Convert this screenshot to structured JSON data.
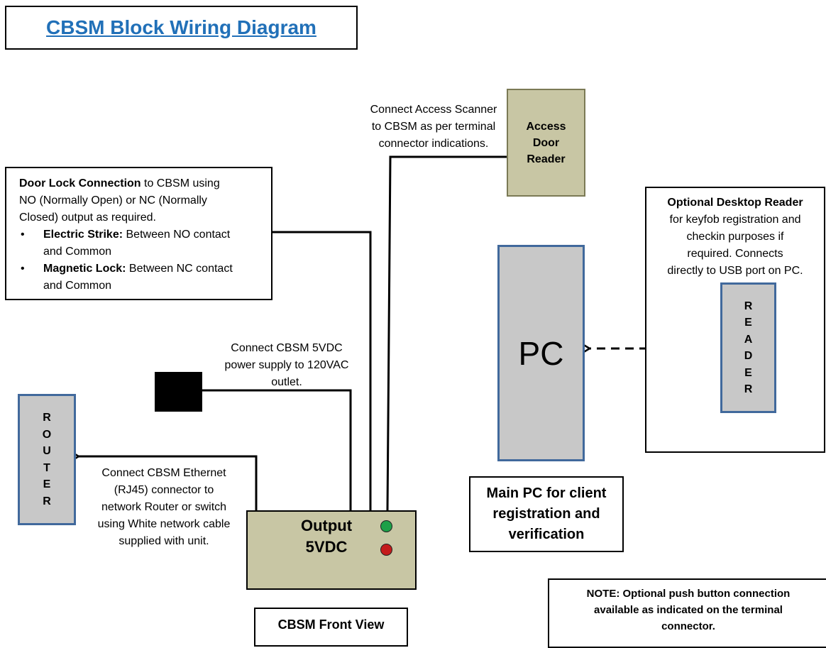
{
  "title": "CBSM Block Wiring Diagram",
  "notes": {
    "access_scanner": [
      "Connect Access Scanner",
      "to CBSM as per terminal",
      "connector indications."
    ],
    "power": [
      "Connect CBSM 5VDC",
      "power supply  to 120VAC",
      "outlet."
    ],
    "ethernet": [
      "Connect CBSM Ethernet",
      "(RJ45) connector to",
      "network Router or switch",
      "using White network cable",
      "supplied with unit."
    ]
  },
  "door_lock": {
    "heading": "Door Lock Connection",
    "text_line1": " to CBSM using",
    "text_line2": "NO (Normally Open) or NC (Normally",
    "text_line3": "Closed) output as required.",
    "bullet": "•",
    "items": [
      {
        "label": "Electric Strike:",
        "text": " Between NO contact",
        "text2": "and Common"
      },
      {
        "label": "Magnetic Lock:",
        "text": " Between NC contact",
        "text2": "and Common"
      }
    ]
  },
  "access_reader": "Access\nDoor\nReader",
  "pc_label": "PC",
  "desktop_reader": {
    "heading": "Optional Desktop Reader",
    "lines": [
      "for keyfob registration and",
      "checkin purposes if",
      "required.  Connects",
      "directly to USB port on PC."
    ],
    "letters": [
      "R",
      "E",
      "A",
      "D",
      "E",
      "R"
    ]
  },
  "router_letters": [
    "R",
    "O",
    "U",
    "T",
    "E",
    "R"
  ],
  "cbsm_output": "Output\n5VDC",
  "main_pc_label": [
    "Main PC for client",
    "registration and",
    "verification"
  ],
  "front_view": "CBSM Front View",
  "note": [
    "NOTE: Optional push button connection",
    "available as indicated on the terminal",
    "connector."
  ],
  "colors": {
    "title": "#2170b8",
    "device_khaki": "#c8c6a4",
    "device_gray": "#c8c8c8",
    "device_border_blue": "#41699c",
    "led_green": "#1ea048",
    "led_red": "#c41b1b"
  }
}
